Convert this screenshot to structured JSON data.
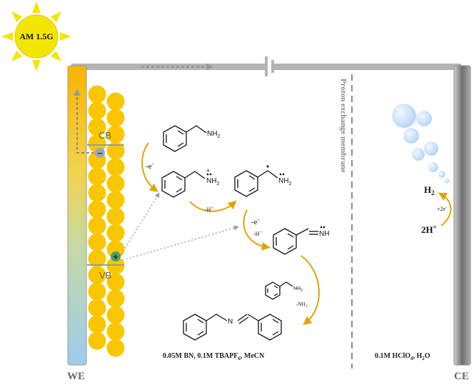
{
  "sun_label": "AM 1.5G",
  "we_label": "WE",
  "ce_label": "CE",
  "cb_label": "CB",
  "vb_label": "VB",
  "electron_symbol": "−",
  "hole_symbol": "+",
  "membrane_label": "Proton exchange membrane",
  "anolyte_label_parts": [
    "0.05M BN, 0.1M TBAPF",
    "6",
    ", MeCN"
  ],
  "catholyte_label_parts": [
    "0.1M HClO",
    "4",
    ", H",
    "2",
    "O"
  ],
  "h2_label": "H",
  "h2_sub": "2",
  "two_h_label": "2H",
  "two_h_sup": "+",
  "plus_2e_label": "+2e",
  "plus_2e_sup": "-",
  "step1_label": "-e",
  "step1_sup": "-",
  "step2_label": "-H",
  "step2_sup": "+",
  "step3a_label": "-e",
  "step3a_sup": "-",
  "step3b_label": "-H",
  "step3b_sup": "+",
  "step4_label": "-NH",
  "step4_sub": "3",
  "m1_group": "NH",
  "m1_sub": "2",
  "m2_group": "NH",
  "m2_sub": "2",
  "m2_charge": "+",
  "m3_group": "NH",
  "m3_sub": "2",
  "m4_group": "NH",
  "reagent_group": "NH",
  "reagent_sub": "2",
  "product_n": "N",
  "colors": {
    "sun": "#f2e600",
    "particle": "#f9c600",
    "wire": "#b4b4b4",
    "arrow_gold": "#e0a400",
    "arrow_navy": "#2c3f8a"
  }
}
